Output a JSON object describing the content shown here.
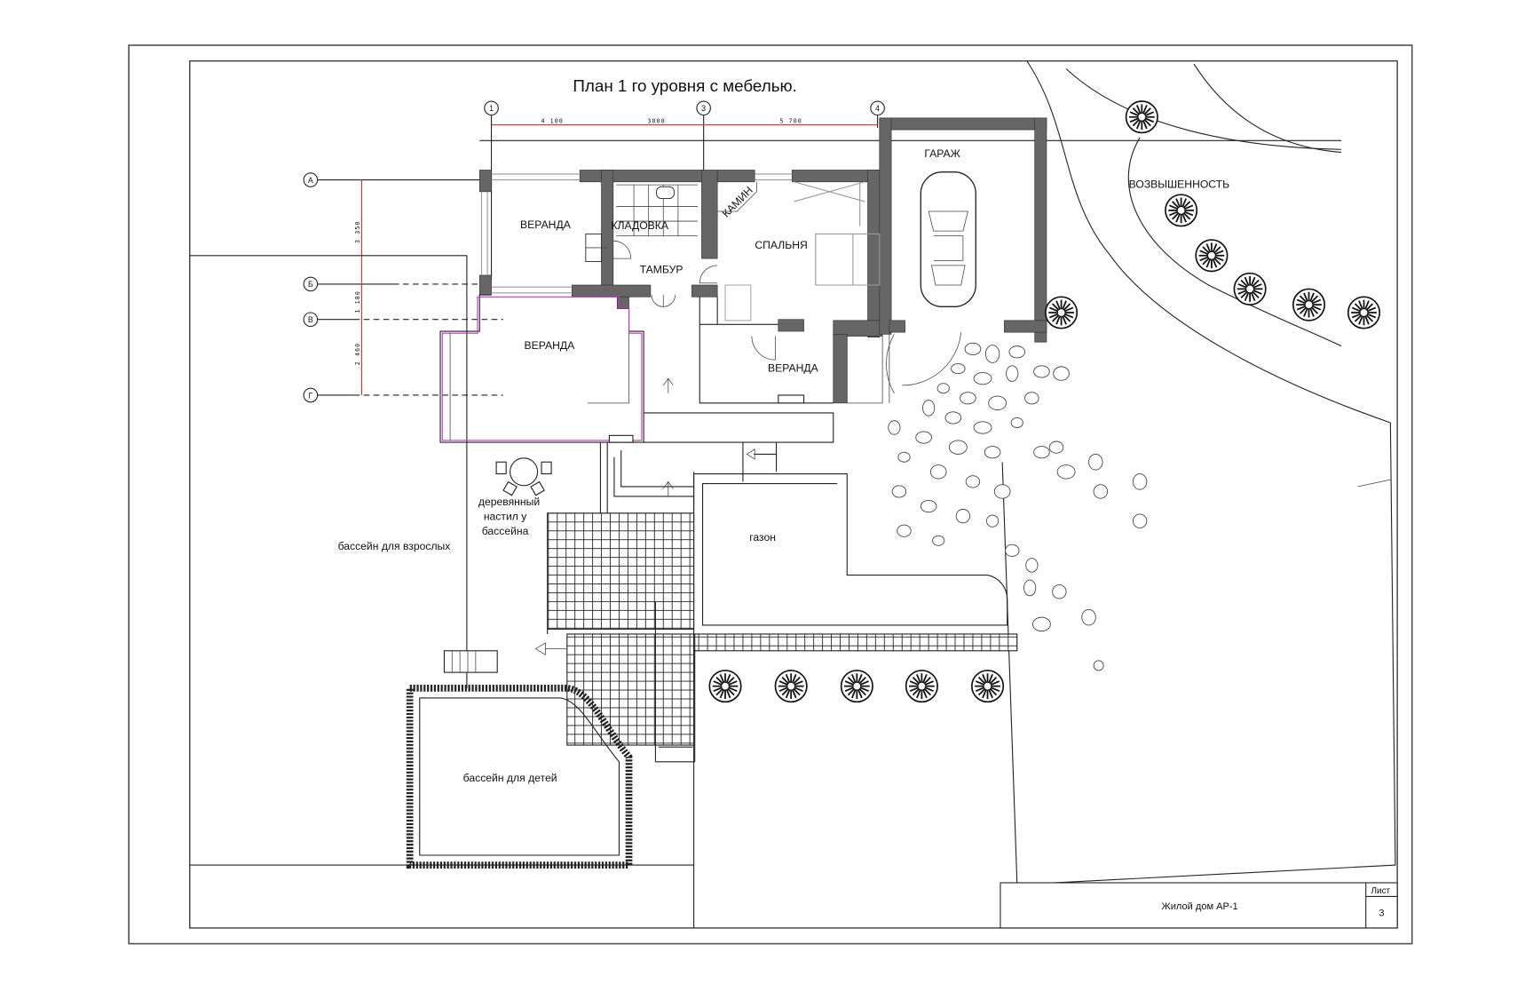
{
  "title": "План 1 го уровня с мебелью.",
  "axes": {
    "columns": [
      "1",
      "3",
      "4"
    ],
    "rows": [
      "А",
      "Б",
      "В",
      "Г"
    ]
  },
  "dimensions": {
    "horizontal": [
      "4 100",
      "3000",
      "5 700"
    ],
    "vertical": [
      "3 350",
      "1 180",
      "2 460"
    ]
  },
  "rooms": {
    "veranda_1": "ВЕРАНДА",
    "storage": "КЛАДОВКА",
    "vestibule": "ТАМБУР",
    "bedroom": "СПАЛЬНЯ",
    "fireplace": "КАМИН",
    "garage": "ГАРАЖ",
    "hill": "ВОЗВЫШЕННОСТЬ",
    "veranda_2": "ВЕРАНДА",
    "veranda_3": "ВЕРАНДА",
    "lawn": "газон",
    "deck_line1": "деревянный",
    "deck_line2": "настил у",
    "deck_line3": "бассейна",
    "adult_pool": "бассейн для взрослых",
    "kids_pool": "бассейн для детей"
  },
  "title_block": {
    "project": "Жилой дом АР-1",
    "sheet_label": "Лист",
    "sheet_number": "3"
  },
  "colors": {
    "wall": "#666666",
    "dimension": "#e03030",
    "veranda_outline": "#c030c0"
  }
}
